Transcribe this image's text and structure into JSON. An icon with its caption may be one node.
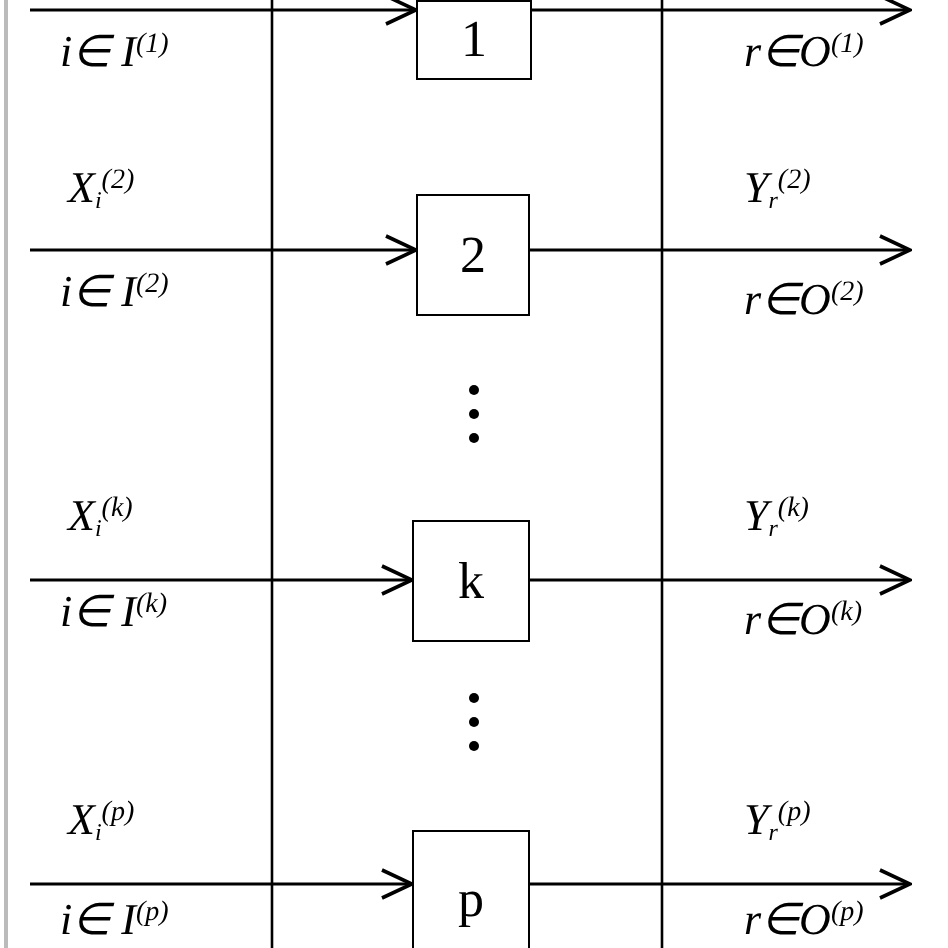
{
  "diagram": {
    "nodes": [
      {
        "text": [
          "1"
        ]
      },
      {
        "text": [
          "2"
        ]
      },
      {
        "text": [
          "k"
        ]
      },
      {
        "text": [
          "p"
        ]
      }
    ],
    "edges": [
      {
        "from": null,
        "to": 0,
        "arrow": "to"
      },
      {
        "from": 0,
        "to": null,
        "arrow": "to"
      },
      {
        "from": null,
        "to": 1,
        "arrow": "to"
      },
      {
        "from": 1,
        "to": null,
        "arrow": "to"
      },
      {
        "from": null,
        "to": 2,
        "arrow": "to"
      },
      {
        "from": 2,
        "to": null,
        "arrow": "to"
      },
      {
        "from": null,
        "to": 3,
        "arrow": "to"
      },
      {
        "from": 3,
        "to": null,
        "arrow": "to"
      }
    ],
    "labels": [
      "i∈ I$^{(1)}$",
      "r∈O$^{(1)}$",
      "X$_{i}$$^{(2)}$",
      "Y$_{r}$$^{(2)}$",
      "i∈ I$^{(2)}$",
      "r∈O$^{(2)}$",
      "X$_{i}$$^{(k)}$",
      "Y$_{r}$$^{(k)}$",
      "i∈ I$^{(k)}$",
      "r∈O$^{(k)}$",
      "X$_{i}$$^{(p)}$",
      "Y$_{r}$$^{(p)}$",
      "i∈ I$^{(p)}$",
      "r∈O$^{(p)}$"
    ]
  }
}
